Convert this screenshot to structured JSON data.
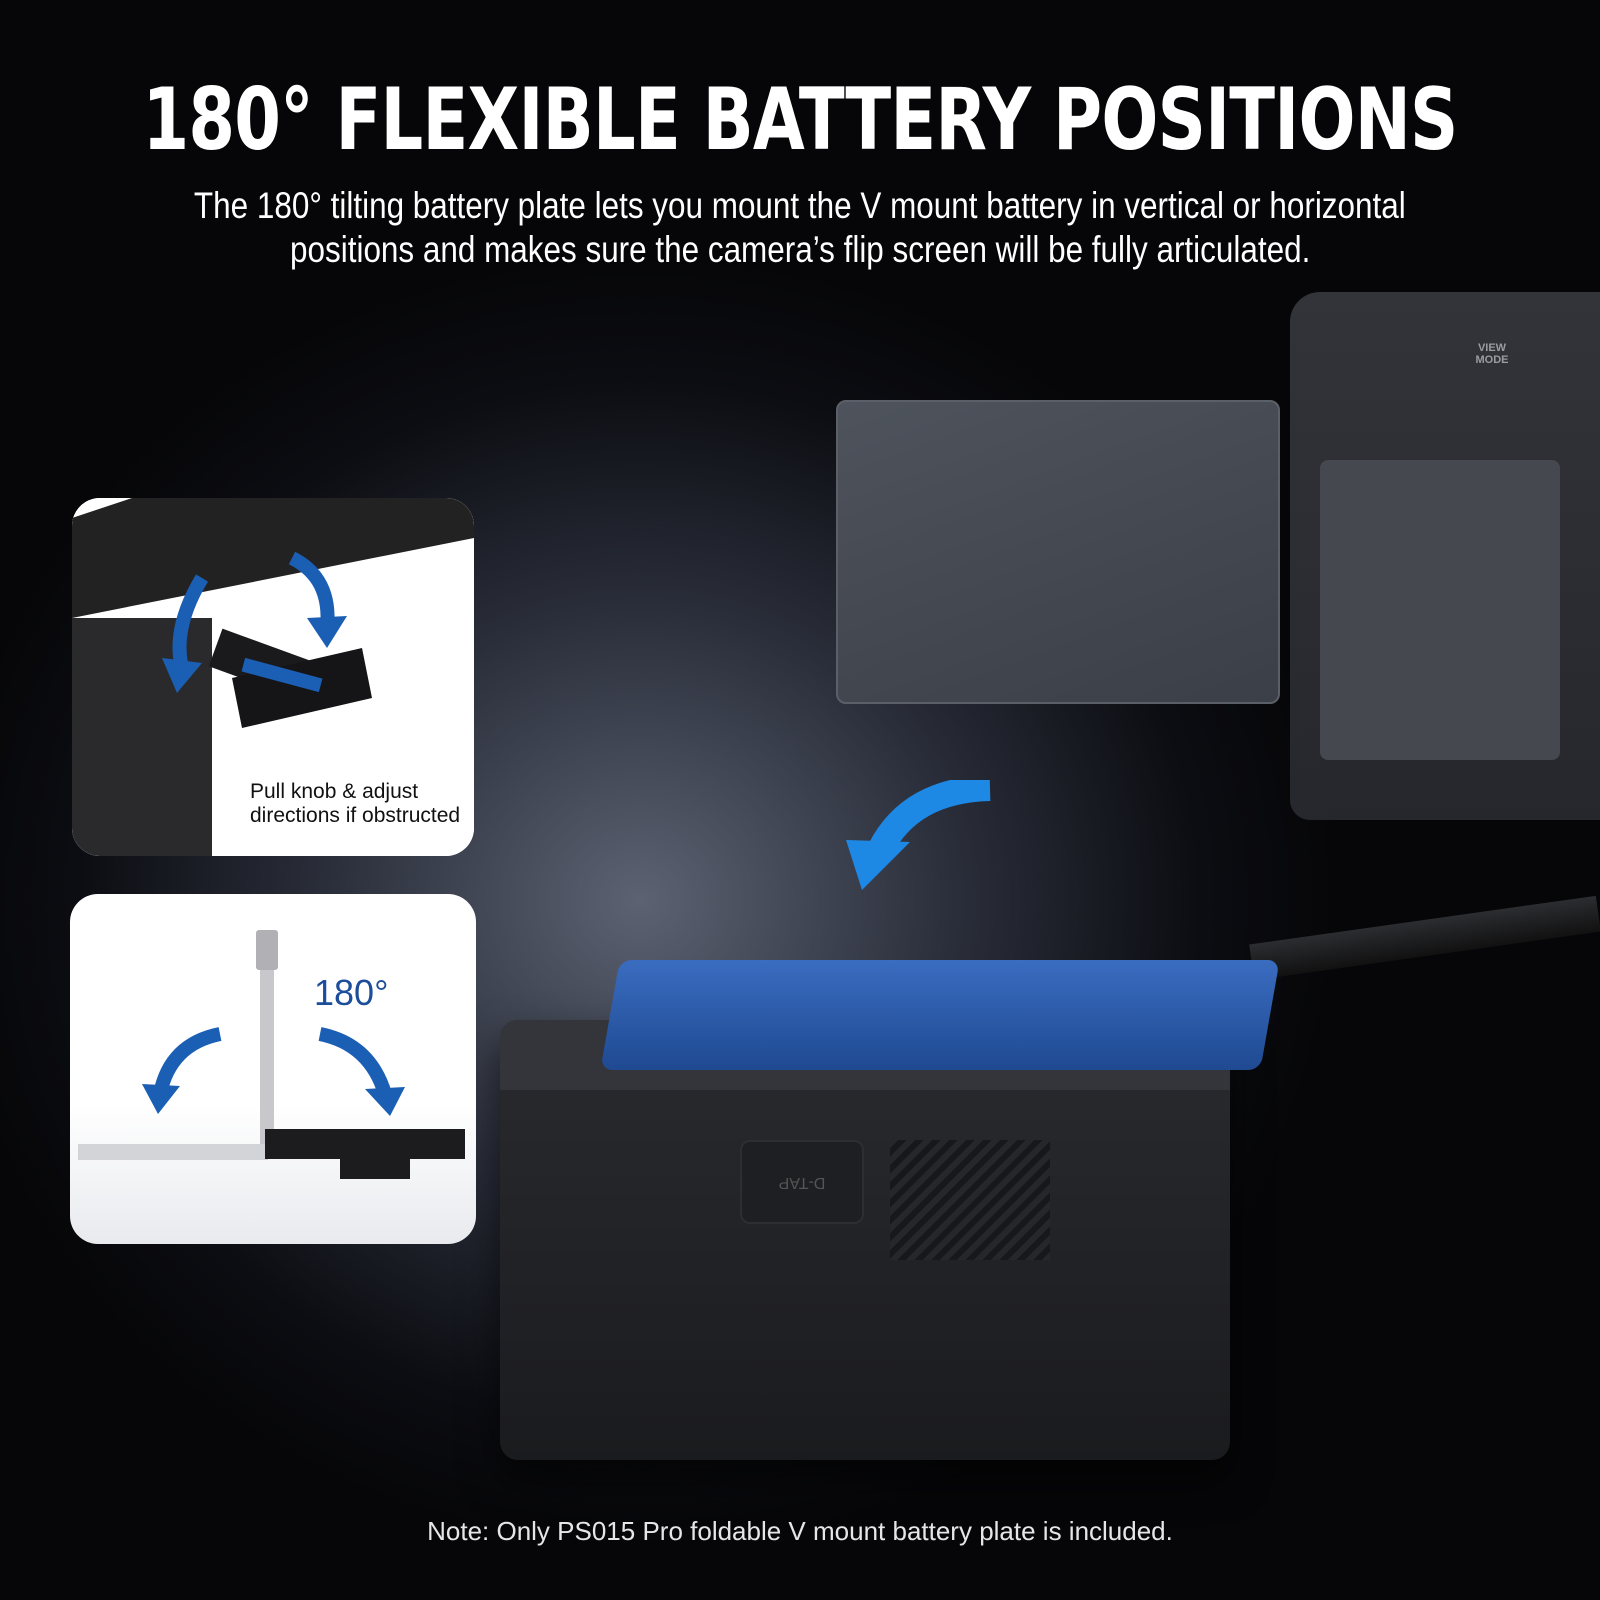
{
  "header": {
    "title": "180° FLEXIBLE BATTERY POSITIONS",
    "subtitle_line1": "The 180° tilting battery plate lets you mount the V mount battery in vertical or horizontal",
    "subtitle_line2": "positions and makes sure the camera’s flip screen will be fully articulated."
  },
  "insets": {
    "knob_caption_line1": "Pull knob & adjust",
    "knob_caption_line2": "directions if obstructed",
    "rotation_label": "180°"
  },
  "product_labels": {
    "camera_button": "VIEW MODE",
    "battery_port": "D-TAP"
  },
  "footer": {
    "note": "Note: Only PS015 Pro foldable V mount battery plate is included."
  },
  "colors": {
    "accent_blue": "#1e88e5",
    "plate_blue": "#2b5caa",
    "arrow_dark_blue": "#1b4d9a"
  }
}
